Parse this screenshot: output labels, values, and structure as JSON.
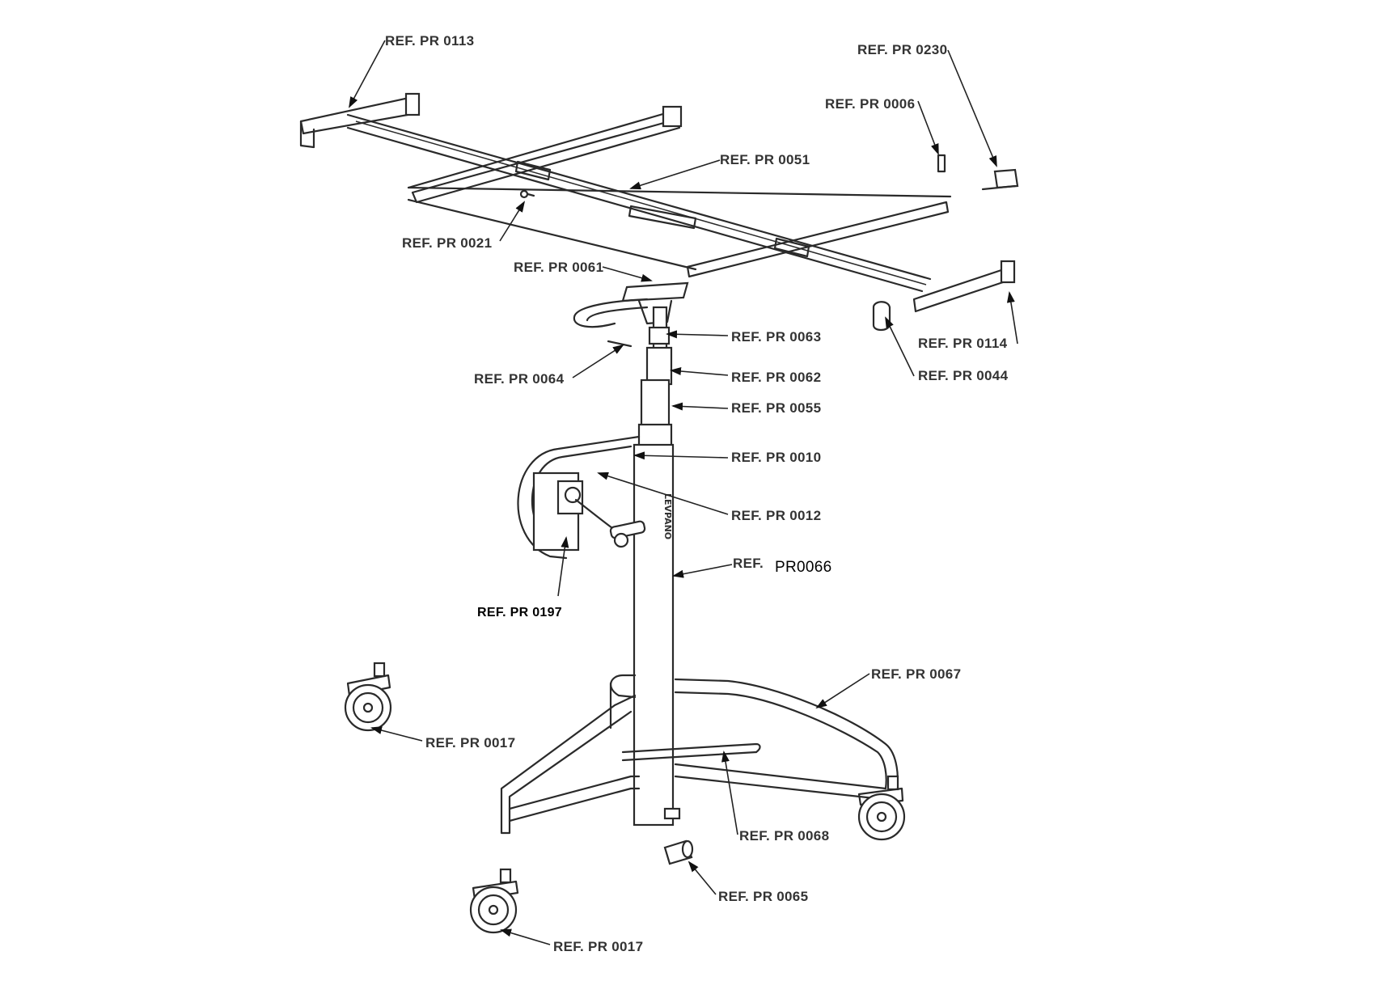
{
  "labels": {
    "pr0113": "REF. PR 0113",
    "pr0230": "REF. PR 0230",
    "pr0006": "REF. PR 0006",
    "pr0051": "REF. PR 0051",
    "pr0021": "REF. PR 0021",
    "pr0061": "REF. PR 0061",
    "pr0063": "REF. PR 0063",
    "pr0114": "REF. PR 0114",
    "pr0064": "REF. PR 0064",
    "pr0062": "REF. PR 0062",
    "pr0044": "REF. PR 0044",
    "pr0055": "REF. PR 0055",
    "pr0010": "REF. PR 0010",
    "pr0012": "REF. PR 0012",
    "pr0066_prefix": "REF.",
    "pr0066_code": "PR0066",
    "pr0197": "REF. PR 0197",
    "pr0067": "REF. PR 0067",
    "pr0017_left": "REF. PR 0017",
    "pr0068": "REF. PR 0068",
    "pr0065": "REF. PR 0065",
    "pr0017_bottom": "REF. PR 0017"
  },
  "mast_marking": "LEVPANO"
}
